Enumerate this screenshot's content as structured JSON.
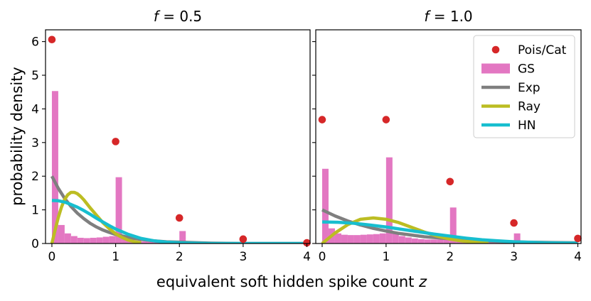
{
  "figure": {
    "xlabel": "equivalent soft hidden spike count z",
    "ylabel": "probability density"
  },
  "chart_data": [
    {
      "type": "bar",
      "title": "f = 0.5",
      "xlim": [
        -0.1,
        4.05
      ],
      "ylim": [
        0,
        6.35
      ],
      "xticks": [
        0,
        1,
        2,
        3,
        4
      ],
      "yticks": [
        0,
        1,
        2,
        3,
        4,
        5,
        6
      ],
      "legend": null,
      "colors": {
        "Pois/Cat": "#d62728",
        "GS": "#e377c2",
        "Exp": "#7f7f7f",
        "Ray": "#bcbd22",
        "HN": "#17becf"
      },
      "series": [
        {
          "name": "Pois/Cat",
          "kind": "points",
          "x": [
            0,
            1,
            2,
            3,
            4
          ],
          "y": [
            6.06,
            3.03,
            0.76,
            0.13,
            0.02
          ]
        },
        {
          "name": "GS",
          "kind": "histogram",
          "bin_width": 0.1,
          "x": [
            0.05,
            0.15,
            0.25,
            0.35,
            0.45,
            0.55,
            0.65,
            0.75,
            0.85,
            0.95,
            1.05,
            1.15,
            1.25,
            1.35,
            1.45,
            1.55,
            1.65,
            1.75,
            1.85,
            1.95,
            2.05,
            2.15,
            2.25,
            2.35,
            2.45
          ],
          "y": [
            4.53,
            0.55,
            0.3,
            0.22,
            0.17,
            0.16,
            0.17,
            0.18,
            0.2,
            0.22,
            1.97,
            0.22,
            0.12,
            0.08,
            0.06,
            0.05,
            0.04,
            0.04,
            0.05,
            0.06,
            0.37,
            0.04,
            0.02,
            0.01,
            0.01
          ]
        },
        {
          "name": "Exp",
          "kind": "curve",
          "x": [
            0,
            0.1,
            0.2,
            0.3,
            0.4,
            0.5,
            0.6,
            0.7,
            0.8,
            0.9,
            1.0,
            1.2,
            1.4,
            1.6,
            1.8,
            2.0,
            2.5,
            3.0,
            3.5,
            4.0
          ],
          "y": [
            2.0,
            1.64,
            1.34,
            1.1,
            0.9,
            0.74,
            0.6,
            0.49,
            0.4,
            0.33,
            0.27,
            0.18,
            0.12,
            0.08,
            0.05,
            0.04,
            0.01,
            0.0,
            0.0,
            0.0
          ]
        },
        {
          "name": "Ray",
          "kind": "curve",
          "x": [
            0,
            0.05,
            0.1,
            0.15,
            0.2,
            0.25,
            0.3,
            0.35,
            0.4,
            0.45,
            0.5,
            0.55,
            0.6,
            0.7,
            0.8,
            0.9,
            1.0,
            1.1,
            1.2,
            1.3,
            1.4
          ],
          "y": [
            0.0,
            0.4,
            0.77,
            1.08,
            1.31,
            1.45,
            1.52,
            1.52,
            1.48,
            1.4,
            1.3,
            1.18,
            1.06,
            0.84,
            0.62,
            0.44,
            0.29,
            0.18,
            0.1,
            0.05,
            0.02
          ]
        },
        {
          "name": "HN",
          "kind": "curve",
          "x": [
            0,
            0.1,
            0.2,
            0.3,
            0.4,
            0.5,
            0.6,
            0.7,
            0.8,
            0.9,
            1.0,
            1.2,
            1.4,
            1.6,
            1.8,
            2.0,
            2.5,
            3.0,
            4.0
          ],
          "y": [
            1.28,
            1.27,
            1.23,
            1.16,
            1.08,
            0.98,
            0.87,
            0.75,
            0.64,
            0.53,
            0.43,
            0.27,
            0.15,
            0.08,
            0.04,
            0.02,
            0.0,
            0.0,
            0.0
          ]
        }
      ]
    },
    {
      "type": "bar",
      "title": "f = 1.0",
      "xlim": [
        -0.1,
        4.05
      ],
      "ylim": [
        0,
        6.35
      ],
      "xticks": [
        0,
        1,
        2,
        3,
        4
      ],
      "yticks": [
        0,
        1,
        2,
        3,
        4,
        5,
        6
      ],
      "legend": "top-right",
      "colors": {
        "Pois/Cat": "#d62728",
        "GS": "#e377c2",
        "Exp": "#7f7f7f",
        "Ray": "#bcbd22",
        "HN": "#17becf"
      },
      "series": [
        {
          "name": "Pois/Cat",
          "kind": "points",
          "x": [
            0,
            1,
            2,
            3,
            4
          ],
          "y": [
            3.68,
            3.68,
            1.84,
            0.61,
            0.15
          ]
        },
        {
          "name": "GS",
          "kind": "histogram",
          "bin_width": 0.1,
          "x": [
            0.05,
            0.15,
            0.25,
            0.35,
            0.45,
            0.55,
            0.65,
            0.75,
            0.85,
            0.95,
            1.05,
            1.15,
            1.25,
            1.35,
            1.45,
            1.55,
            1.65,
            1.75,
            1.85,
            1.95,
            2.05,
            2.15,
            2.25,
            2.35,
            2.45,
            2.55,
            2.65,
            2.75,
            2.85,
            2.95,
            3.05,
            3.15
          ],
          "y": [
            2.22,
            0.45,
            0.3,
            0.26,
            0.25,
            0.25,
            0.26,
            0.27,
            0.28,
            0.3,
            2.56,
            0.3,
            0.22,
            0.18,
            0.15,
            0.13,
            0.12,
            0.12,
            0.12,
            0.13,
            1.07,
            0.12,
            0.08,
            0.06,
            0.05,
            0.04,
            0.04,
            0.04,
            0.04,
            0.05,
            0.3,
            0.03
          ]
        },
        {
          "name": "Exp",
          "kind": "curve",
          "x": [
            0,
            0.2,
            0.4,
            0.6,
            0.8,
            1.0,
            1.2,
            1.4,
            1.6,
            1.8,
            2.0,
            2.4,
            2.8,
            3.2,
            3.6,
            4.0
          ],
          "y": [
            1.0,
            0.82,
            0.67,
            0.55,
            0.45,
            0.37,
            0.3,
            0.25,
            0.2,
            0.17,
            0.14,
            0.09,
            0.06,
            0.04,
            0.03,
            0.02
          ]
        },
        {
          "name": "Ray",
          "kind": "curve",
          "x": [
            0,
            0.2,
            0.4,
            0.6,
            0.8,
            1.0,
            1.2,
            1.4,
            1.6,
            1.8,
            2.0,
            2.2,
            2.4,
            2.6
          ],
          "y": [
            0.0,
            0.31,
            0.56,
            0.72,
            0.76,
            0.72,
            0.62,
            0.48,
            0.34,
            0.22,
            0.13,
            0.07,
            0.04,
            0.02
          ]
        },
        {
          "name": "HN",
          "kind": "curve",
          "x": [
            0,
            0.25,
            0.5,
            0.75,
            1.0,
            1.25,
            1.5,
            1.75,
            2.0,
            2.25,
            2.5,
            2.75,
            3.0,
            3.5,
            4.0
          ],
          "y": [
            0.64,
            0.63,
            0.6,
            0.55,
            0.49,
            0.42,
            0.35,
            0.28,
            0.22,
            0.16,
            0.11,
            0.08,
            0.05,
            0.02,
            0.01
          ]
        }
      ]
    }
  ]
}
